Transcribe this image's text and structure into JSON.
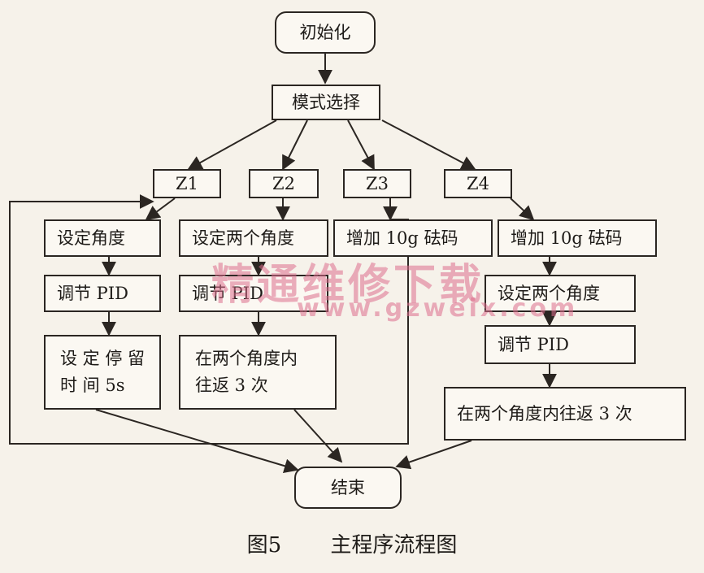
{
  "nodes": {
    "init": "初始化",
    "mode_select": "模式选择",
    "z1": "Z1",
    "z2": "Z2",
    "z3": "Z3",
    "z4": "Z4",
    "z1_set_angle": "设定角度",
    "z1_adjust_pid": "调节 PID",
    "z1_set_stay": "设 定 停 留 时 间 5s",
    "z2_set_two_angles": "设定两个角度",
    "z2_adjust_pid": "调节 PID",
    "z2_reciprocate": "在两个角度内 往返 3 次",
    "z3_add_weight": "增加 10g 砝码",
    "z4_add_weight": "增加 10g 砝码",
    "z4_set_two_angles": "设定两个角度",
    "z4_adjust_pid": "调节 PID",
    "z4_reciprocate": "在两个角度内往返 3 次",
    "end": "结束"
  },
  "watermark": {
    "text_cn": "精通维修下载",
    "text_en": "www.gzweix.com"
  },
  "caption": {
    "label": "图5",
    "title": "主程序流程图"
  }
}
